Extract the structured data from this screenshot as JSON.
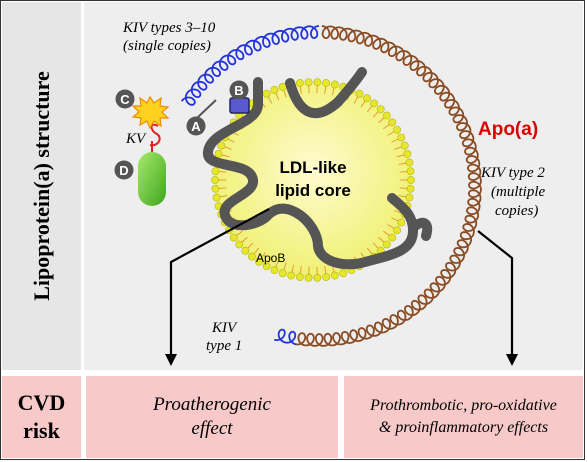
{
  "side_title": "Lipoprotein(a) structure",
  "cvd": {
    "line1": "CVD",
    "line2": "risk"
  },
  "effects": {
    "left": {
      "line1": "Proatherogenic",
      "line2": "effect"
    },
    "right": {
      "line1": "Prothrombotic, pro-oxidative",
      "line2": "& proinflammatory effects"
    }
  },
  "labels": {
    "kiv_3_10_line1": "KIV types 3–10",
    "kiv_3_10_line2": "(single copies)",
    "kv": "KV",
    "core_line1": "LDL-like",
    "core_line2": "lipid core",
    "apob": "ApoB",
    "apoa": "Apo(a)",
    "kiv2_line1": "KIV type 2",
    "kiv2_line2": "(multiple",
    "kiv2_line3": "copies)",
    "kiv1_line1": "KIV",
    "kiv1_line2": "type 1",
    "marker_a": "A",
    "marker_b": "B",
    "marker_c": "C",
    "marker_d": "D"
  },
  "colors": {
    "kiv_3_10": "#2233dd",
    "kiv_2": "#8a4b22",
    "kv": "#e02020",
    "apoa_text": "#dd0000",
    "core_fill": "#f2f27a",
    "core_beads": "#e6e62a",
    "apob_strand": "#555555",
    "protease": "#7ad13c",
    "panel_pink": "#f7c9c9"
  }
}
